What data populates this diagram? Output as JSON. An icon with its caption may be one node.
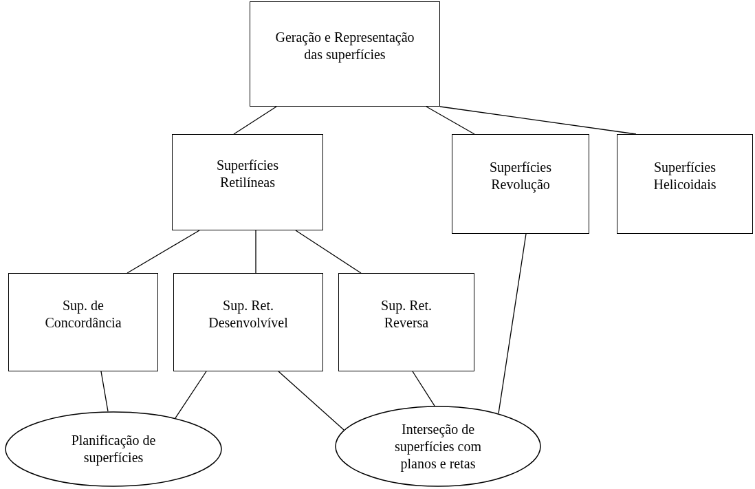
{
  "diagram": {
    "nodes": [
      {
        "text": [
          "Geração e Representação das superfícies"
        ]
      },
      {
        "text": [
          "Superfícies Retilíneas"
        ]
      },
      {
        "text": [
          "Superfícies Revolução"
        ]
      },
      {
        "text": [
          "Superfícies Helicoidais"
        ]
      },
      {
        "text": [
          "Sup. de Concordância"
        ]
      },
      {
        "text": [
          "Sup.  Ret. Desenvolvível"
        ]
      },
      {
        "text": [
          "Sup. Ret. Reversa"
        ]
      },
      {
        "text": [
          "Planificação de superfícies"
        ]
      },
      {
        "text": [
          "Interseção de superfícies com planos e retas"
        ]
      }
    ],
    "edges": [
      {
        "from": 0,
        "to": 1,
        "arrow": "none"
      },
      {
        "from": 0,
        "to": 2,
        "arrow": "none"
      },
      {
        "from": 0,
        "to": 3,
        "arrow": "none"
      },
      {
        "from": 1,
        "to": 4,
        "arrow": "none"
      },
      {
        "from": 1,
        "to": 5,
        "arrow": "none"
      },
      {
        "from": 1,
        "to": 6,
        "arrow": "none"
      },
      {
        "from": 4,
        "to": 7,
        "arrow": "none"
      },
      {
        "from": 5,
        "to": 7,
        "arrow": "none"
      },
      {
        "from": 5,
        "to": 8,
        "arrow": "none"
      },
      {
        "from": 6,
        "to": 8,
        "arrow": "none"
      },
      {
        "from": 2,
        "to": 8,
        "arrow": "none"
      }
    ]
  }
}
